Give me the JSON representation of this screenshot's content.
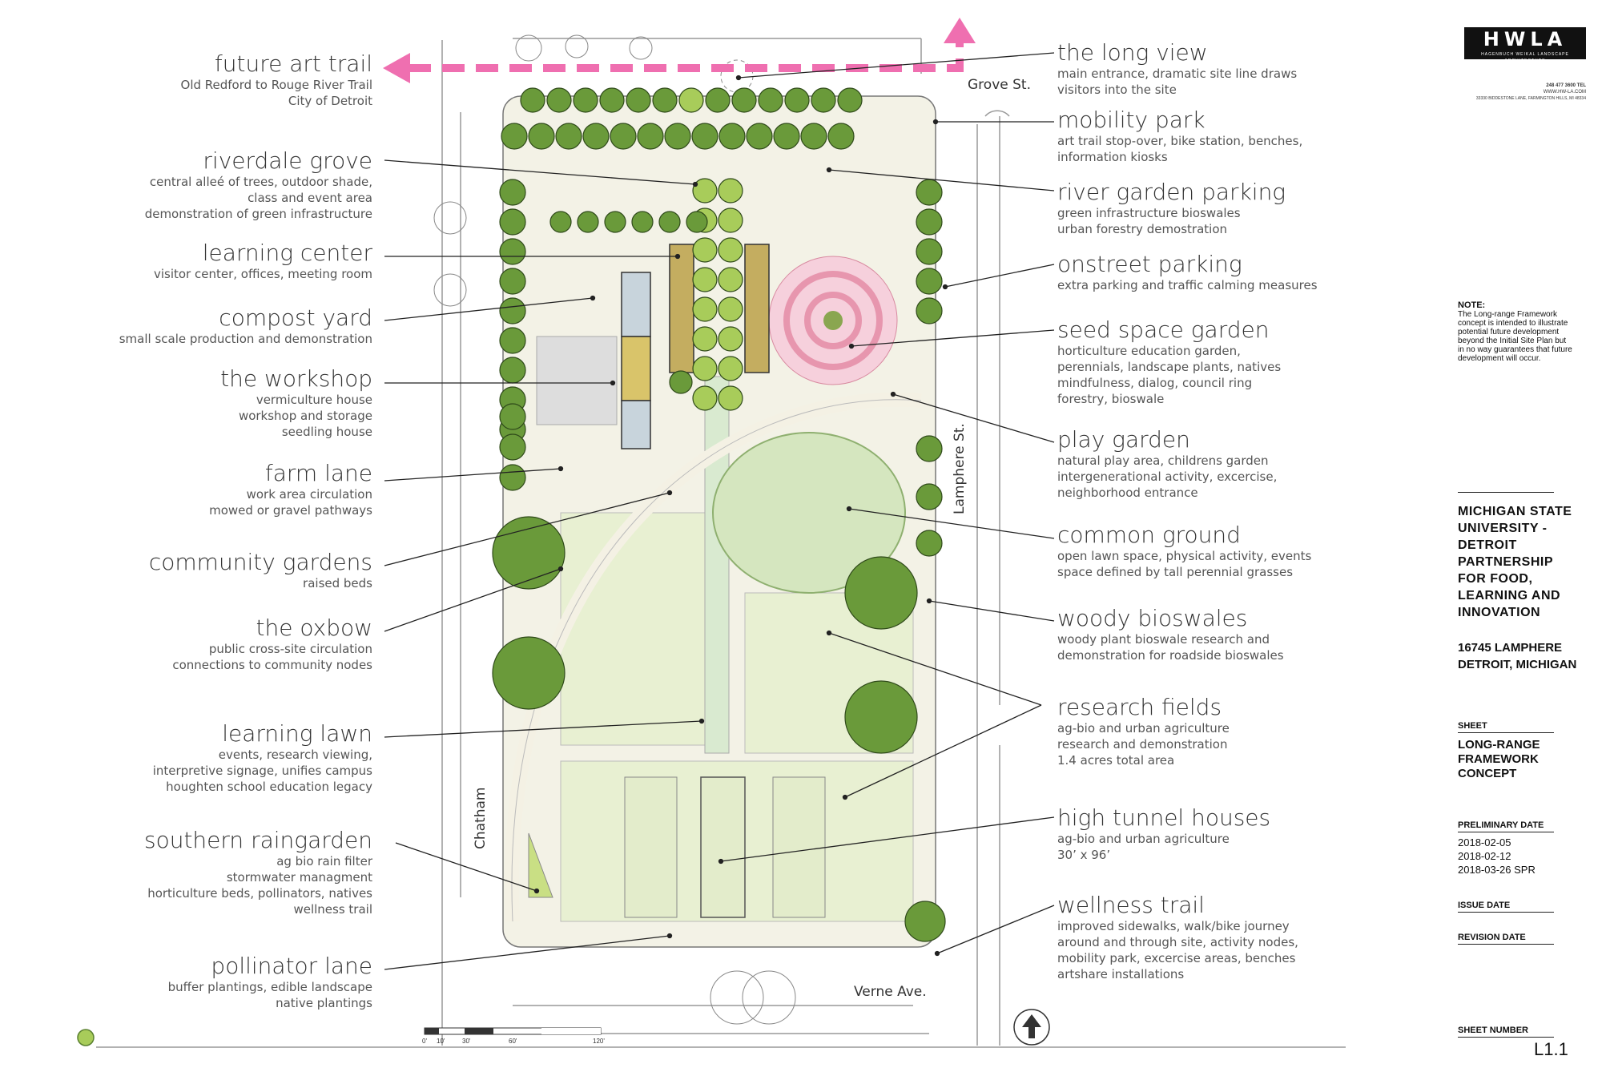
{
  "left_labels": [
    {
      "title": "future art trail",
      "lines": [
        "Old Redford to Rouge River Trail",
        "City of Detroit"
      ]
    },
    {
      "title": "riverdale grove",
      "lines": [
        "central alleé of trees, outdoor shade,",
        "class and event area",
        "demonstration of green infrastructure"
      ]
    },
    {
      "title": "learning center",
      "lines": [
        "visitor center, offices, meeting room"
      ]
    },
    {
      "title": "compost yard",
      "lines": [
        "small scale production and demonstration"
      ]
    },
    {
      "title": "the workshop",
      "lines": [
        "vermiculture house",
        "workshop and storage",
        "seedling house"
      ]
    },
    {
      "title": "farm lane",
      "lines": [
        "work area circulation",
        "mowed or gravel pathways"
      ]
    },
    {
      "title": "community gardens",
      "lines": [
        "raised beds"
      ]
    },
    {
      "title": "the oxbow",
      "lines": [
        "public cross-site circulation",
        "connections to community nodes"
      ]
    },
    {
      "title": "learning lawn",
      "lines": [
        "events, research viewing,",
        "interpretive signage, unifies campus",
        "houghten school education legacy"
      ]
    },
    {
      "title": "southern raingarden",
      "lines": [
        "ag bio rain filter",
        "stormwater managment",
        "horticulture beds, pollinators, natives",
        "wellness trail"
      ]
    },
    {
      "title": "pollinator lane",
      "lines": [
        "buffer plantings, edible landscape",
        "native plantings"
      ]
    }
  ],
  "right_labels": [
    {
      "title": "the long view",
      "lines": [
        "main entrance, dramatic site line draws",
        "visitors into the site"
      ]
    },
    {
      "title": "mobility park",
      "lines": [
        "art trail stop-over, bike station, benches,",
        "information kiosks"
      ]
    },
    {
      "title": "river garden parking",
      "lines": [
        "green infrastructure bioswales",
        "urban forestry demostration"
      ]
    },
    {
      "title": "onstreet parking",
      "lines": [
        "extra parking and traffic calming measures"
      ]
    },
    {
      "title": "seed space garden",
      "lines": [
        "horticulture education garden,",
        "perennials, landscape plants, natives",
        "mindfulness, dialog, council ring",
        "forestry, bioswale"
      ]
    },
    {
      "title": "play garden",
      "lines": [
        "natural play area, childrens garden",
        "intergenerational activity, excercise,",
        "neighborhood entrance"
      ]
    },
    {
      "title": "common ground",
      "lines": [
        "open lawn space, physical activity, events",
        "space defined by tall perennial grasses"
      ]
    },
    {
      "title": "woody bioswales",
      "lines": [
        "woody plant bioswale research and",
        "demonstration for roadside bioswales"
      ]
    },
    {
      "title": "research fields",
      "lines": [
        "ag-bio and urban agriculture",
        "research and demonstration",
        "1.4 acres total area"
      ]
    },
    {
      "title": "high tunnel houses",
      "lines": [
        "ag-bio and urban agriculture",
        "30’ x 96’"
      ]
    },
    {
      "title": "wellness trail",
      "lines": [
        "improved sidewalks, walk/bike journey",
        "around and through site, activity nodes,",
        "mobility park, excercise areas, benches",
        "artshare installations"
      ]
    }
  ],
  "streets": {
    "grove": "Grove St.",
    "lamphere": "Lamphere St.",
    "chatham": "Chatham",
    "verne": "Verne Ave."
  },
  "scale_ticks": [
    "0'",
    "10'",
    "30'",
    "60'",
    "120'"
  ],
  "title_block": {
    "logo": "HWLA",
    "logo_sub": "HAGENBUCH WEIKAL LANDSCAPE ARCHITECTURE",
    "phone": "248 477 3600 TEL",
    "web": "WWW.HW-LA.COM",
    "address": "33330 BIDDESTONE LANE, FARMINGTON HILLS, MI 48334",
    "note_heading": "NOTE:",
    "note_lines": [
      "The Long-range Framework",
      "concept is intended to illustrate",
      "potential future development",
      "beyond the Initial Site Plan but",
      "in no way guarantees that future",
      "development will occur."
    ],
    "project_lines": [
      "MICHIGAN STATE",
      "UNIVERSITY -",
      "DETROIT",
      "PARTNERSHIP",
      "FOR FOOD,",
      "LEARNING AND",
      "INNOVATION"
    ],
    "address_lines": [
      "16745 LAMPHERE",
      "DETROIT, MICHIGAN"
    ],
    "sheet_label": "SHEET",
    "sheet_title_lines": [
      "LONG-RANGE",
      "FRAMEWORK",
      "CONCEPT"
    ],
    "prelim_label": "PRELIMINARY DATE",
    "prelim_dates": [
      "2018-02-05",
      "2018-02-12",
      "2018-03-26 SPR"
    ],
    "issue_label": "ISSUE DATE",
    "revision_label": "REVISION DATE",
    "sheet_number_label": "SHEET NUMBER",
    "sheet_number": "L1.1"
  },
  "colors": {
    "tree_dark": "#6a9a3a",
    "tree_light": "#a8cc5a",
    "lawn": "#dde9c2",
    "field": "#e8f0d0",
    "path": "#f2f0e2",
    "pink": "#ef6fb0",
    "building_tan": "#c9b567",
    "building_blue": "#c8d4dc"
  }
}
